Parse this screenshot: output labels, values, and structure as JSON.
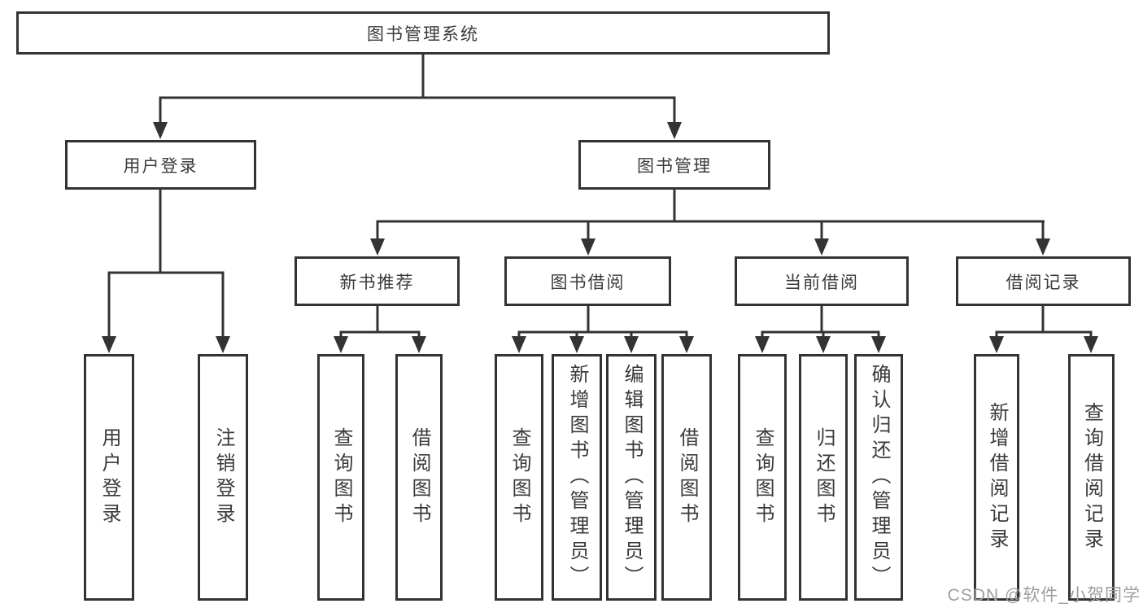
{
  "tree": {
    "label": "图书管理系统",
    "children": [
      {
        "label": "用户登录",
        "children": [
          {
            "label": "用户登录"
          },
          {
            "label": "注销登录"
          }
        ]
      },
      {
        "label": "图书管理",
        "children": [
          {
            "label": "新书推荐",
            "children": [
              {
                "label": "查询图书"
              },
              {
                "label": "借阅图书"
              }
            ]
          },
          {
            "label": "图书借阅",
            "children": [
              {
                "label": "查询图书"
              },
              {
                "label": "新增图书（管理员）"
              },
              {
                "label": "编辑图书（管理员）"
              },
              {
                "label": "借阅图书"
              }
            ]
          },
          {
            "label": "当前借阅",
            "children": [
              {
                "label": "查询图书"
              },
              {
                "label": "归还图书"
              },
              {
                "label": "确认归还（管理员）"
              }
            ]
          },
          {
            "label": "借阅记录",
            "children": [
              {
                "label": "新增借阅记录"
              },
              {
                "label": "查询借阅记录"
              }
            ]
          }
        ]
      }
    ]
  },
  "watermark": "CSDN @软件_小贺同学",
  "colors": {
    "line": "#333333",
    "text": "#3a3a3a",
    "background": "#ffffff",
    "watermark": "#9e9e9e"
  }
}
